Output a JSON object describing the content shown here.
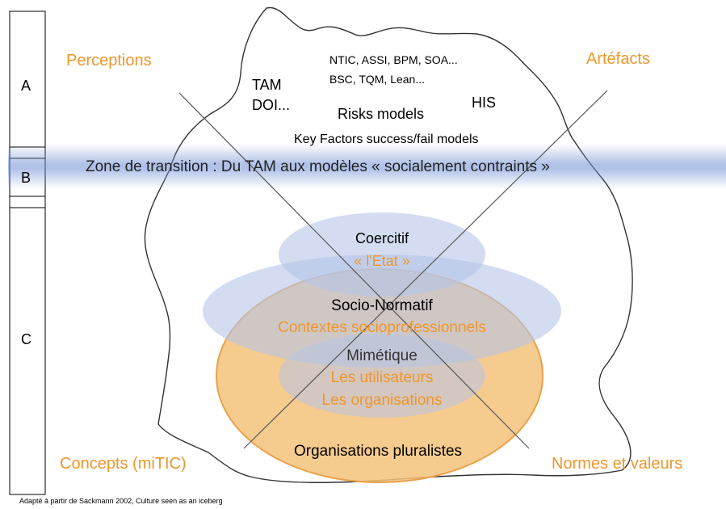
{
  "levels": {
    "a": "A",
    "b": "B",
    "c": "C"
  },
  "corners": {
    "top_left": "Perceptions",
    "top_right": "Artéfacts",
    "bottom_left": "Concepts (miTIC)",
    "bottom_right": "Normes et valeurs"
  },
  "tip": {
    "tam_line1": "TAM",
    "tam_line2": "DOI...",
    "ntic_line1": "NTIC, ASSI, BPM, SOA...",
    "ntic_line2": "BSC, TQM, Lean...",
    "his": "HIS",
    "risks": "Risks models",
    "key_factors": "Key Factors success/fail models"
  },
  "transition": "Zone de transition : Du TAM aux modèles « socialement contraints »",
  "coercitif": {
    "title": "Coercitif",
    "sub": "« l'Etat »"
  },
  "socio": {
    "title": "Socio-Normatif",
    "sub": "Contextes socioprofessionnels"
  },
  "mimetique": {
    "title": "Mimétique",
    "sub1": "Les utilisateurs",
    "sub2": "Les organisations"
  },
  "pluralistes": "Organisations pluralistes",
  "source": "Adapté à partir de Sackmann 2002, Culture seen as an iceberg",
  "colors": {
    "orange": "#f0962a",
    "orange_fill": "#f5c27a",
    "blue_fill": "#b6c4e8",
    "transition_band": "#6f8fd6"
  }
}
